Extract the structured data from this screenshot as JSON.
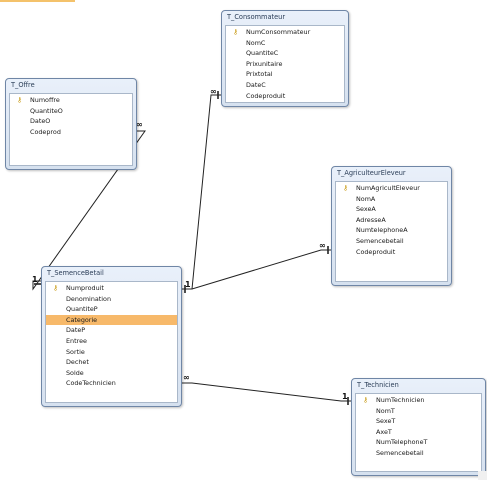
{
  "tables": [
    {
      "id": "t-consommateur",
      "title": "T_Consommateur",
      "fields": [
        {
          "name": "NumConsommateur",
          "key": true
        },
        {
          "name": "NomC"
        },
        {
          "name": "QuantiteC"
        },
        {
          "name": "Prixunitaire"
        },
        {
          "name": "Prixtotal"
        },
        {
          "name": "DateC"
        },
        {
          "name": "Codeproduit"
        }
      ]
    },
    {
      "id": "t-offre",
      "title": "T_Offre",
      "fields": [
        {
          "name": "Numoffre",
          "key": true
        },
        {
          "name": "QuantiteO"
        },
        {
          "name": "DateO"
        },
        {
          "name": "Codeprod"
        }
      ]
    },
    {
      "id": "t-agriculteureleveur",
      "title": "T_AgriculteurEleveur",
      "fields": [
        {
          "name": "NumAgricultEleveur",
          "key": true
        },
        {
          "name": "NomA"
        },
        {
          "name": "SexeA"
        },
        {
          "name": "AdresseA"
        },
        {
          "name": "NumtelephoneA"
        },
        {
          "name": "Semencebetail"
        },
        {
          "name": "Codeproduit"
        }
      ]
    },
    {
      "id": "t-semencebetail",
      "title": "T_SemenceBetail",
      "fields": [
        {
          "name": "Numproduit",
          "key": true
        },
        {
          "name": "Denomination"
        },
        {
          "name": "QuantiteP"
        },
        {
          "name": "Categorie",
          "selected": true
        },
        {
          "name": "DateP"
        },
        {
          "name": "Entree"
        },
        {
          "name": "Sortie"
        },
        {
          "name": "Dechet"
        },
        {
          "name": "Solde"
        },
        {
          "name": "CodeTechnicien"
        }
      ]
    },
    {
      "id": "t-technicien",
      "title": "T_Technicien",
      "fields": [
        {
          "name": "NumTechnicien",
          "key": true
        },
        {
          "name": "NomT"
        },
        {
          "name": "SexeT"
        },
        {
          "name": "AxeT"
        },
        {
          "name": "NumTelephoneT"
        },
        {
          "name": "Semencebetail"
        }
      ]
    }
  ],
  "relationships": [
    {
      "from": "t-semencebetail",
      "to": "t-consommateur",
      "one_label": "1",
      "many_label": "∞"
    },
    {
      "from": "t-semencebetail",
      "to": "t-offre",
      "one_label": "1",
      "many_label": "∞"
    },
    {
      "from": "t-semencebetail",
      "to": "t-agriculteureleveur",
      "one_label": "1",
      "many_label": "∞"
    },
    {
      "from": "t-technicien",
      "to": "t-semencebetail",
      "one_label": "1",
      "many_label": "∞"
    }
  ],
  "colors": {
    "title_bar": "#d6e1ef",
    "border": "#6f86a6",
    "selected_field": "#f7b96a",
    "key_icon": "#c89a12"
  },
  "icons": {
    "primary_key": "key-icon"
  }
}
